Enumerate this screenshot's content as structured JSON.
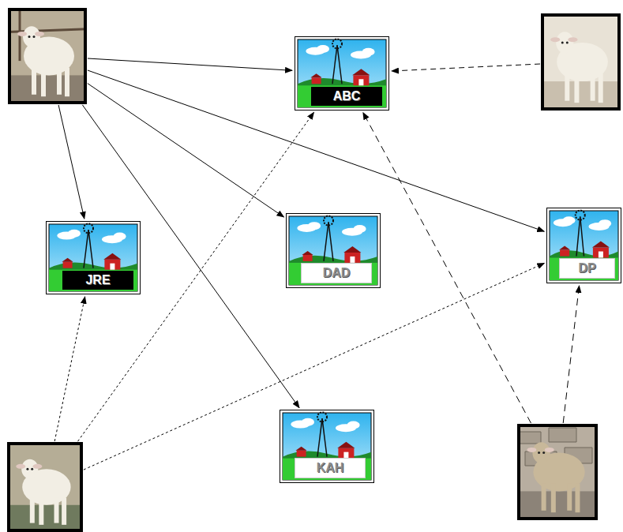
{
  "diagram": {
    "nodes": [
      {
        "text": []
      },
      {
        "text": [
          "ABC"
        ]
      },
      {
        "text": []
      },
      {
        "text": [
          "JRE"
        ]
      },
      {
        "text": [
          "DAD"
        ]
      },
      {
        "text": [
          "DP"
        ]
      },
      {
        "text": [
          "KAH"
        ]
      },
      {
        "text": []
      },
      {
        "text": []
      }
    ],
    "edges": [
      {
        "from": 0,
        "to": 1,
        "arrow": "to"
      },
      {
        "from": 0,
        "to": 3,
        "arrow": "to"
      },
      {
        "from": 0,
        "to": 4,
        "arrow": "to"
      },
      {
        "from": 0,
        "to": 5,
        "arrow": "to"
      },
      {
        "from": 0,
        "to": 6,
        "arrow": "to"
      },
      {
        "from": 2,
        "to": 1,
        "arrow": "to"
      },
      {
        "from": 7,
        "to": 3,
        "arrow": "to"
      },
      {
        "from": 7,
        "to": 1,
        "arrow": "to"
      },
      {
        "from": 7,
        "to": 5,
        "arrow": "to"
      },
      {
        "from": 8,
        "to": 1,
        "arrow": "to"
      },
      {
        "from": 8,
        "to": 5,
        "arrow": "to"
      }
    ]
  }
}
